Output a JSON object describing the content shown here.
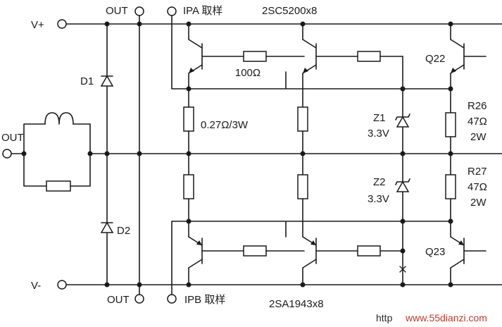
{
  "rails": {
    "vplus": "V+",
    "vminus": "V-"
  },
  "outputs": {
    "out_top": "OUT",
    "out_bottom": "OUT",
    "out_left": "OUT"
  },
  "sense": {
    "ipa": "IPA 取样",
    "ipb": "IPB 取样"
  },
  "transistors": {
    "npn_array": "2SC5200x8",
    "pnp_array": "2SA1943x8",
    "q_top": "Q22",
    "q_bottom": "Q23"
  },
  "diodes": {
    "d1": "D1",
    "d2": "D2"
  },
  "resistors": {
    "base_r": "100Ω",
    "emitter_r": "0.27Ω/3W",
    "r26_name": "R26",
    "r26_value": "47Ω",
    "r26_power": "2W",
    "r27_name": "R27",
    "r27_value": "47Ω",
    "r27_power": "2W"
  },
  "zeners": {
    "z1": "Z1",
    "z1_v": "3.3V",
    "z2": "Z2",
    "z2_v": "3.3V"
  },
  "watermark": {
    "prefix": "http",
    "site": "www.55dianzi.com"
  },
  "colors": {
    "ink": "#1a1a1a",
    "watermark_site": "#c0392b"
  }
}
